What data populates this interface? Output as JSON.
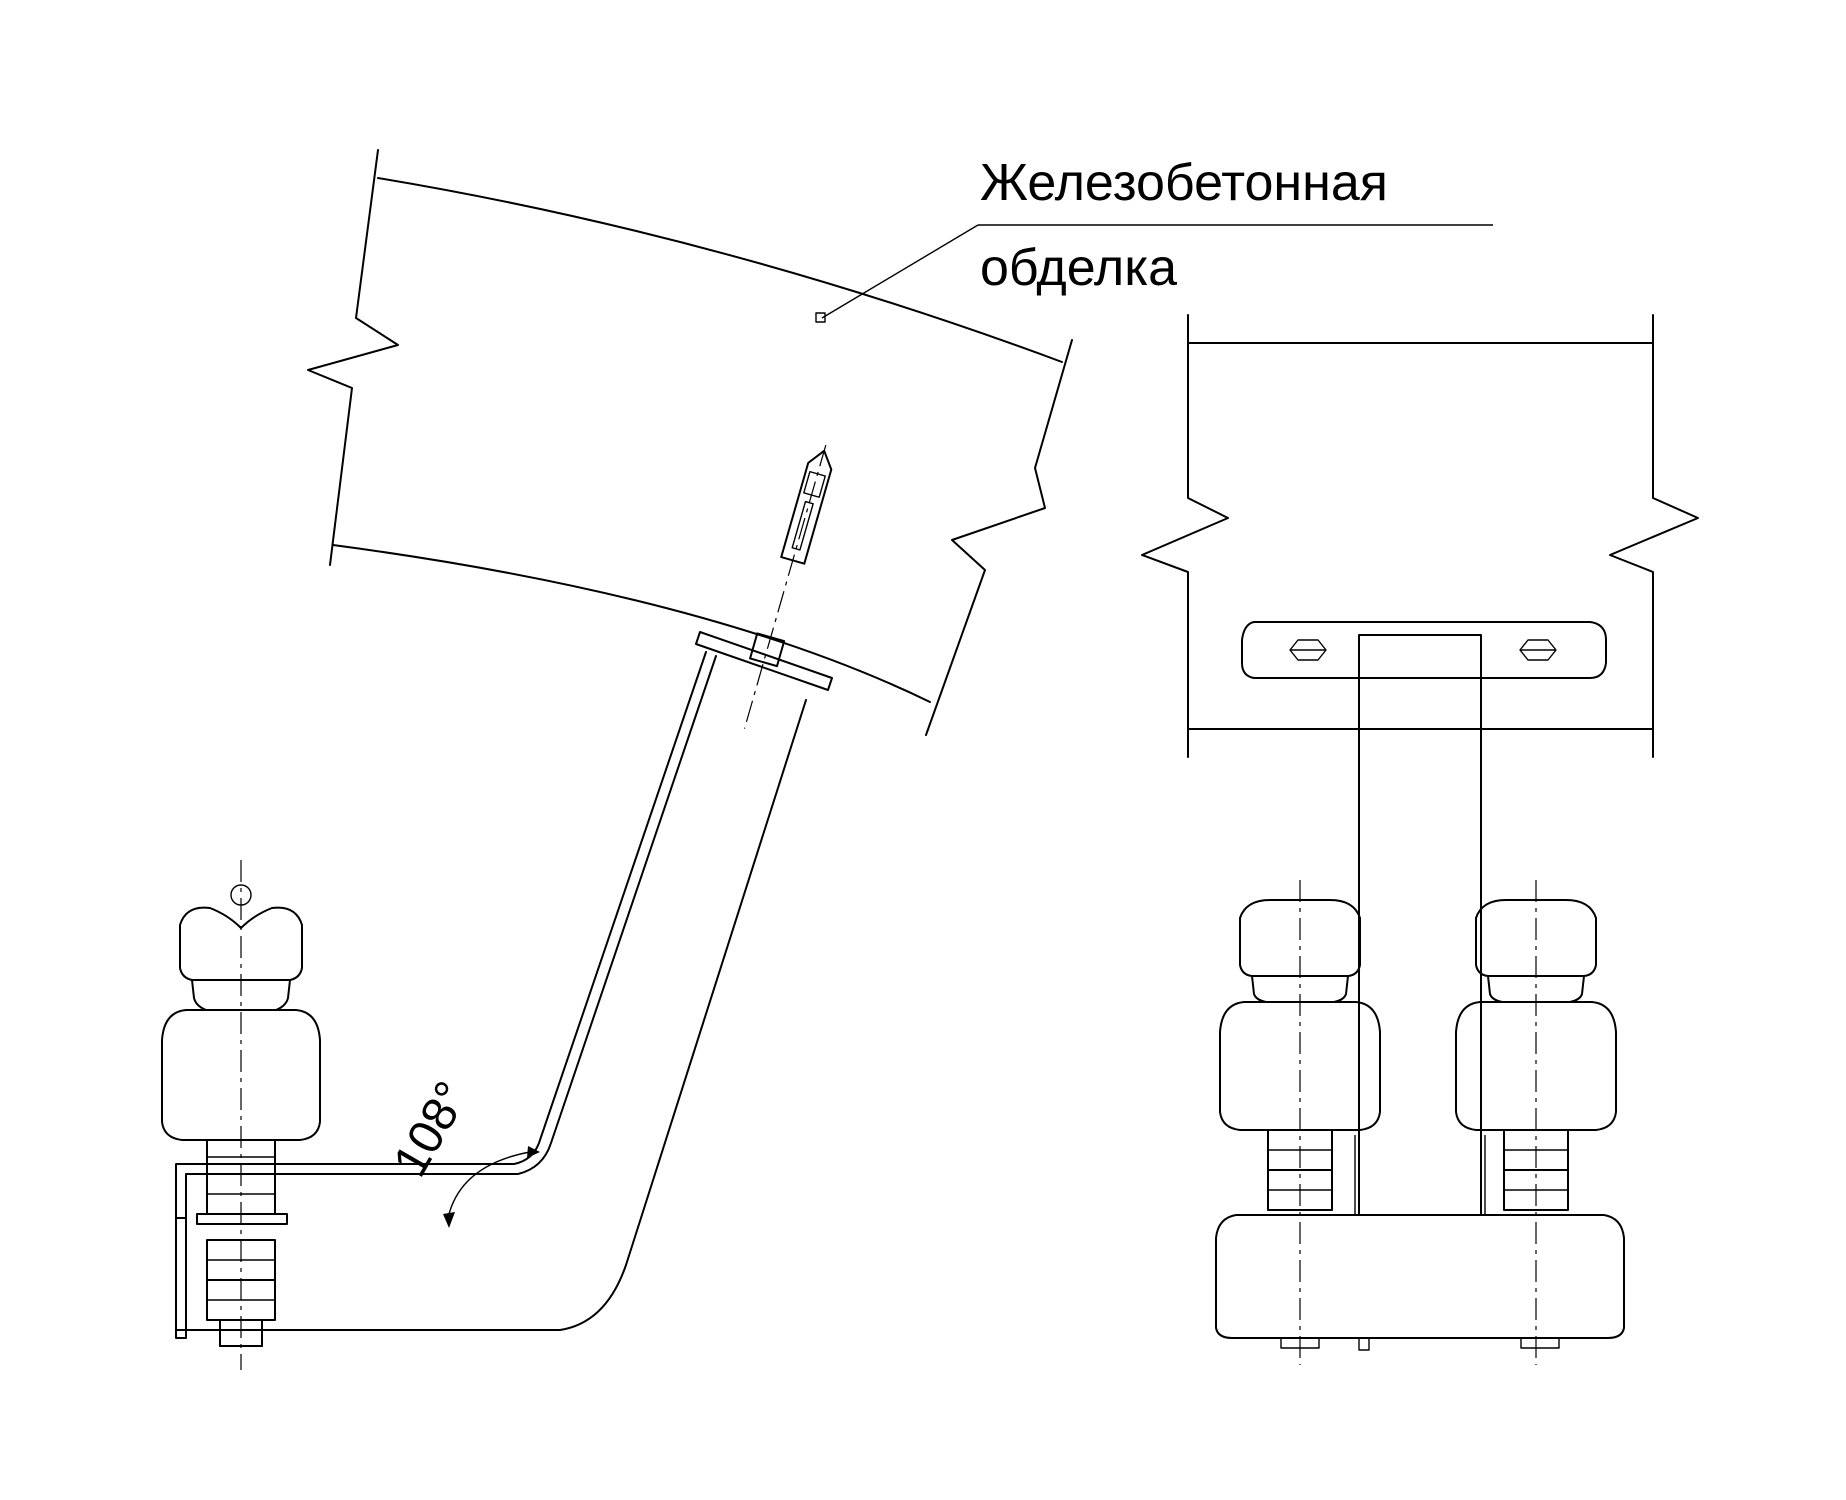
{
  "label_line_1": "Железобетонная",
  "label_line_2": "обделка",
  "angle": "108°"
}
